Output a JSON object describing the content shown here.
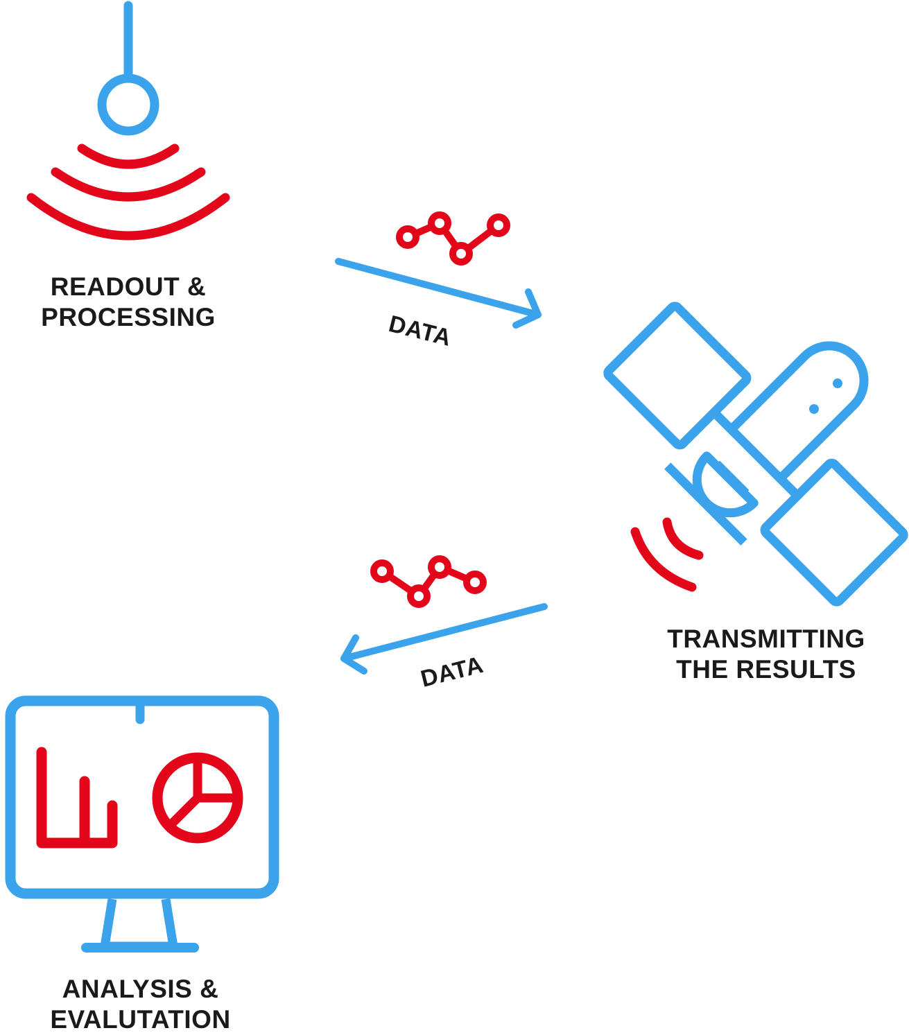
{
  "colors": {
    "blue": "#3aa3ec",
    "red": "#e3061a",
    "text": "#1a1a1a"
  },
  "nodes": {
    "readout": {
      "icon": "antenna-signal-icon",
      "line1": "READOUT &",
      "line2": "PROCESSING"
    },
    "transmit": {
      "icon": "satellite-icon",
      "line1": "TRANSMITTING",
      "line2": "THE RESULTS"
    },
    "analysis": {
      "icon": "monitor-charts-icon",
      "line1": "ANALYSIS &",
      "line2": "EVALUTATION"
    }
  },
  "edges": {
    "to_satellite": {
      "label": "DATA",
      "icon": "data-graph-icon"
    },
    "to_monitor": {
      "label": "DATA",
      "icon": "data-graph-icon"
    }
  }
}
